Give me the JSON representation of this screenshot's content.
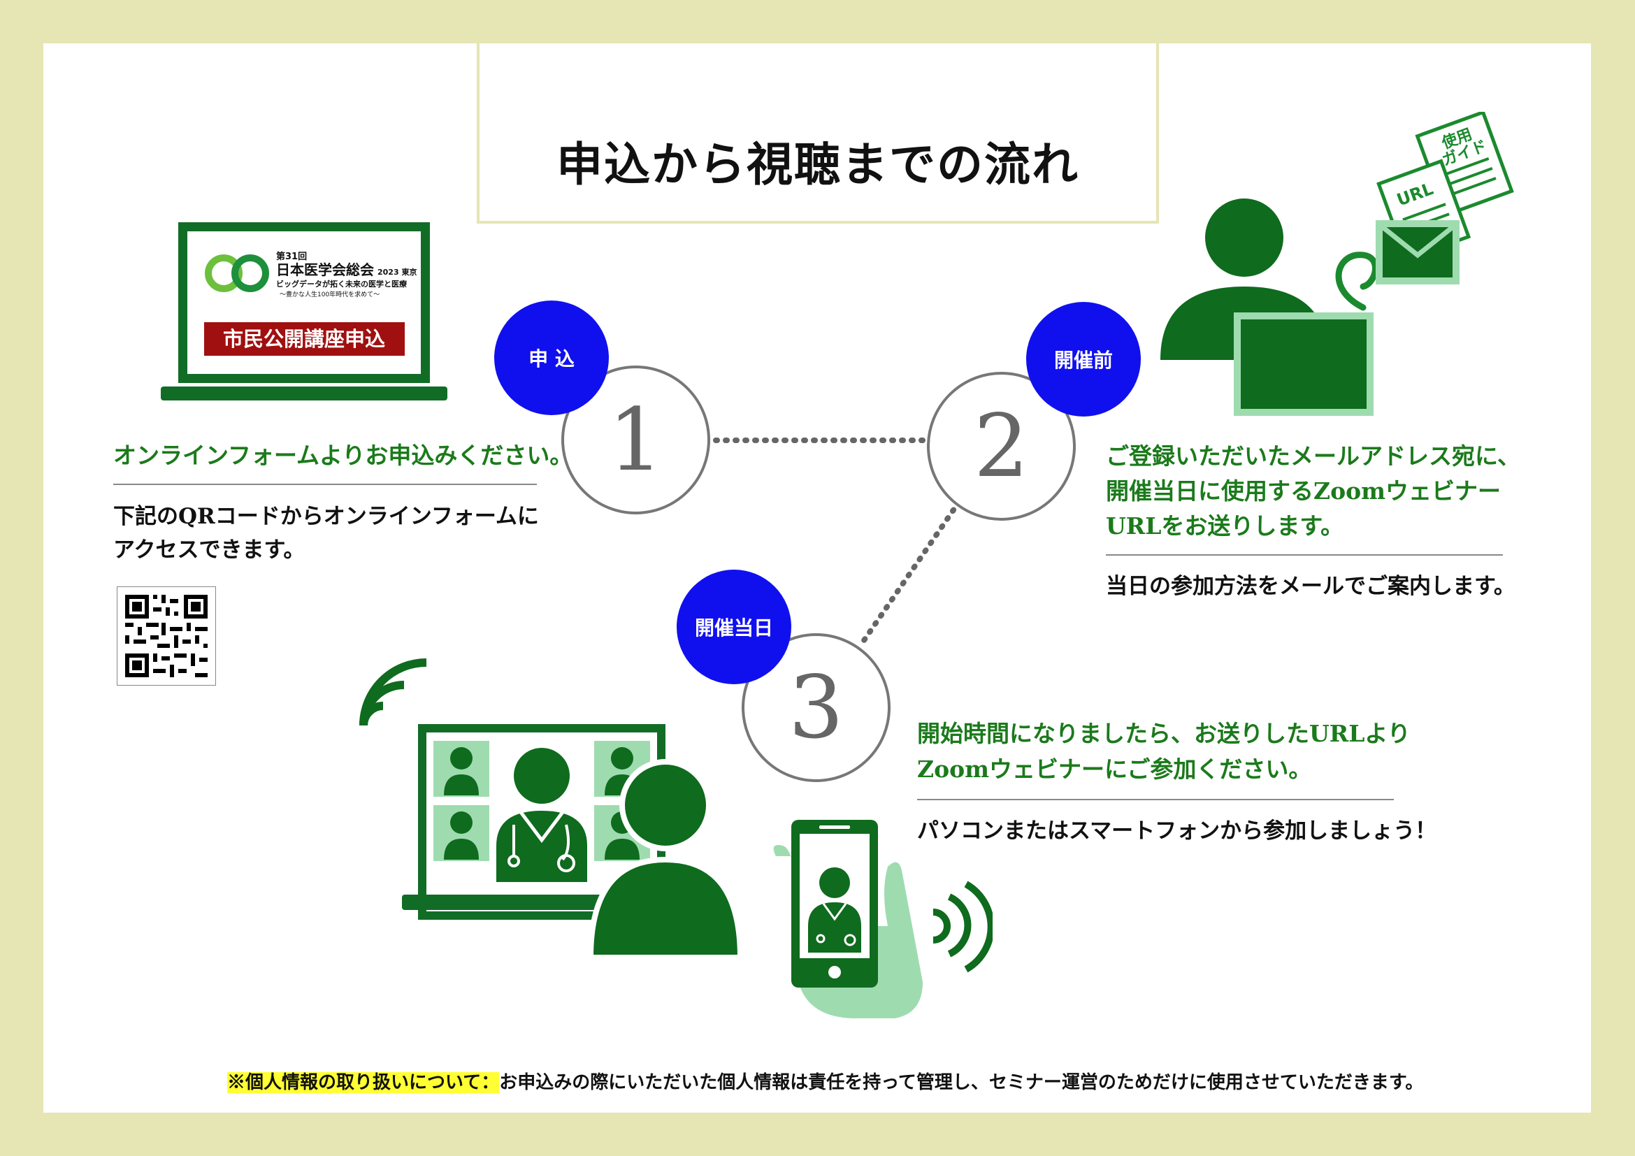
{
  "title": "申込から視聴までの流れ",
  "laptop_screen": {
    "edition": "第31回",
    "congress": "日本医学会総会",
    "year_city": "2023 東京",
    "tagline": "ビッグデータが拓く未来の医学と医療",
    "sub_tagline": "〜豊かな人生100年時代を求めて〜",
    "button_label": "市民公開講座申込"
  },
  "steps": [
    {
      "badge": "申 込",
      "number": "1"
    },
    {
      "badge": "開催前",
      "number": "2"
    },
    {
      "badge": "開催当日",
      "number": "3"
    }
  ],
  "step1": {
    "heading": "オンラインフォームよりお申込みください。",
    "body_line1": "下記のQRコードからオンラインフォームに",
    "body_line2": "アクセスできます。"
  },
  "step2": {
    "heading_line1": "ご登録いただいたメールアドレス宛に、",
    "heading_line2": "開催当日に使用するZoomウェビナー",
    "heading_line3": "URLをお送りします。",
    "body": "当日の参加方法をメールでご案内します。",
    "doc_url_label": "URL",
    "doc_guide_line1": "使用",
    "doc_guide_line2": "ガイド"
  },
  "step3": {
    "heading_line1": "開始時間になりましたら、お送りしたURLより",
    "heading_line2": "Zoomウェビナーにご参加ください。",
    "body": "パソコンまたはスマートフォンから参加しましょう！"
  },
  "privacy": {
    "label": "※個人情報の取り扱いについて：",
    "text": "お申込みの際にいただいた個人情報は責任を持って管理し、セミナー運営のためだけに使用させていただきます。"
  },
  "colors": {
    "background": "#e6e5b4",
    "green": "#1b7a1b",
    "dark_green": "#0f6b1e",
    "light_green": "#9edcb0",
    "badge_blue": "#1010ee",
    "highlight": "#ffff33",
    "button_red": "#a01010"
  },
  "icons": {
    "laptop": "laptop-icon",
    "qr": "qr-code-icon",
    "user": "person-icon",
    "mail": "envelope-icon",
    "documents": "document-icon",
    "wifi": "wifi-signal-icon",
    "phone": "smartphone-icon",
    "doctor": "doctor-icon"
  }
}
